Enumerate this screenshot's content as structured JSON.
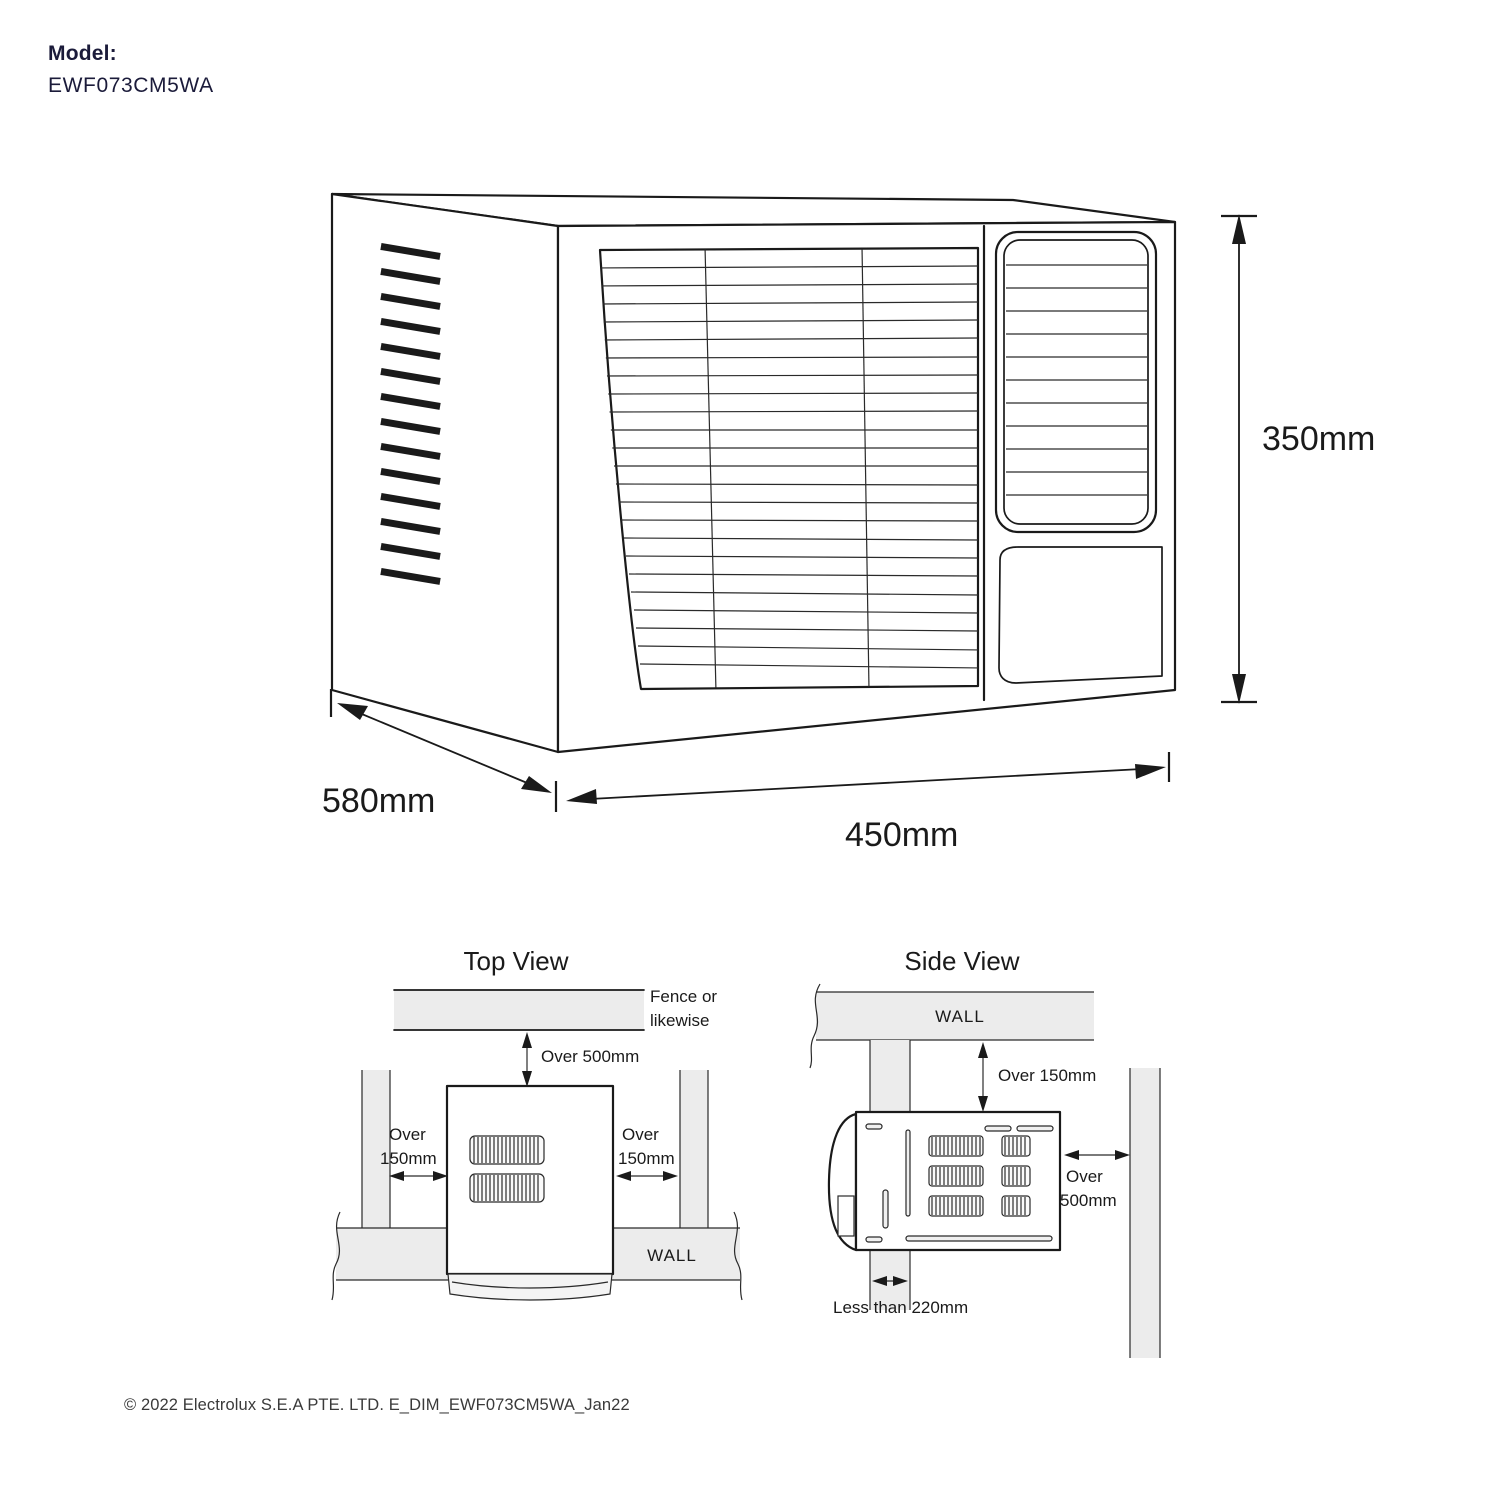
{
  "header": {
    "model_label": "Model:",
    "model_code": "EWF073CM5WA"
  },
  "footer": {
    "copyright": "© 2022 Electrolux S.E.A PTE. LTD. E_DIM_EWF073CM5WA_Jan22"
  },
  "main_drawing": {
    "name": "window-air-conditioner-isometric",
    "dimensions": {
      "height": "350mm",
      "depth": "580mm",
      "width": "450mm"
    }
  },
  "top_view": {
    "title": "Top View",
    "fence_label_line1": "Fence or",
    "fence_label_line2": "likewise",
    "clearance_rear": "Over 500mm",
    "clearance_left_line1": "Over",
    "clearance_left_line2": "150mm",
    "clearance_right_line1": "Over",
    "clearance_right_line2": "150mm",
    "wall_label": "WALL"
  },
  "side_view": {
    "title": "Side View",
    "wall_label": "WALL",
    "clearance_top": "Over 150mm",
    "clearance_front_line1": "Over",
    "clearance_front_line2": "500mm",
    "protrusion": "Less than 220mm"
  },
  "colors": {
    "ink": "#1a1a1a",
    "brand_navy": "#1b1b3a",
    "surface_gray": "#ececec",
    "background": "#ffffff"
  }
}
